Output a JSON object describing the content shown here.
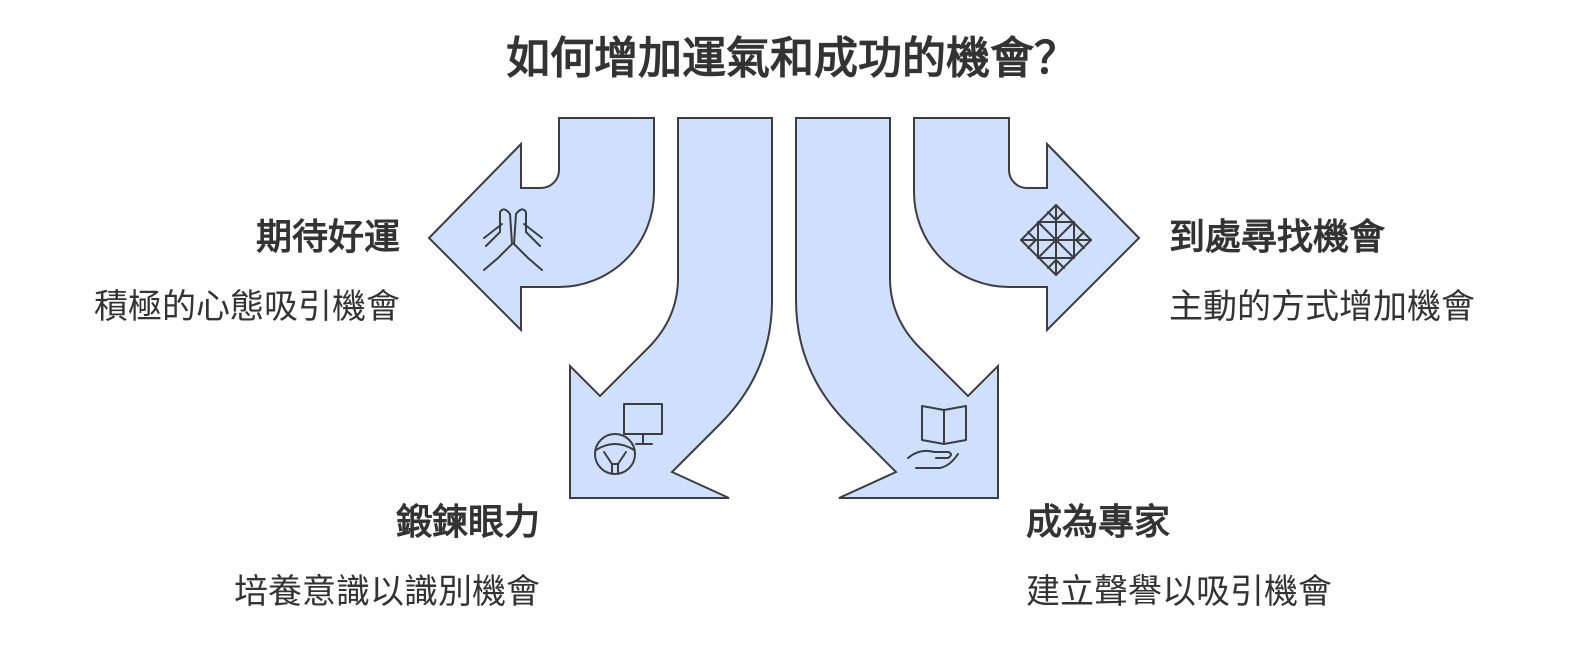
{
  "title": "如何增加運氣和成功的機會？",
  "colors": {
    "arrow_fill": "#cfe0ff",
    "arrow_stroke": "#3d3d3d",
    "text": "#333333"
  },
  "items": [
    {
      "id": "top-left",
      "heading": "期待好運",
      "description": "積極的心態吸引機會",
      "icon": "praying-hands-icon"
    },
    {
      "id": "bottom-left",
      "heading": "鍛鍊眼力",
      "description": "培養意識以識別機會",
      "icon": "steering-wheel-monitor-icon"
    },
    {
      "id": "bottom-right",
      "heading": "成為專家",
      "description": "建立聲譽以吸引機會",
      "icon": "book-in-hand-icon"
    },
    {
      "id": "top-right",
      "heading": "到處尋找機會",
      "description": "主動的方式增加機會",
      "icon": "snowflake-icon"
    }
  ]
}
